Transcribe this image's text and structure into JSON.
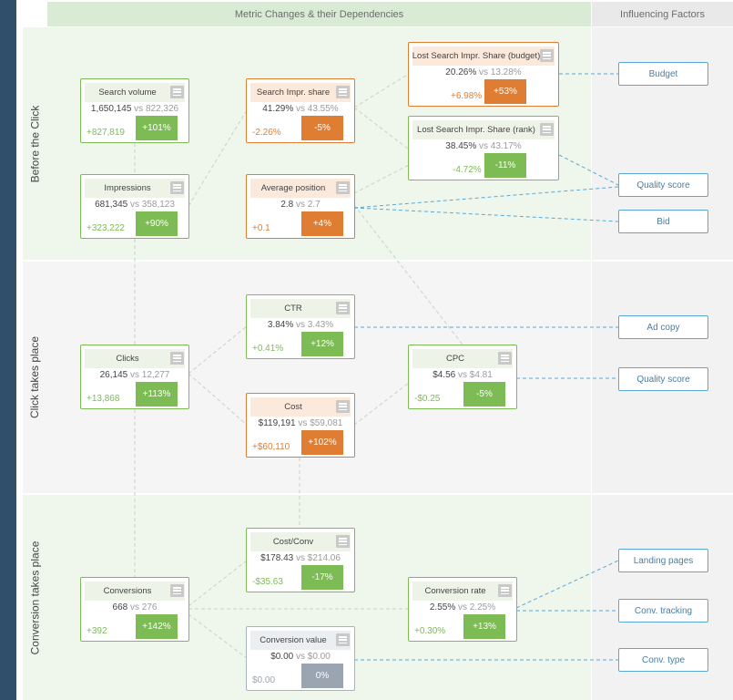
{
  "headers": {
    "main": "Metric Changes & their Dependencies",
    "side": "Influencing Factors"
  },
  "bands": [
    {
      "label": "Before the Click"
    },
    {
      "label": "Click takes place"
    },
    {
      "label": "Conversion takes place"
    }
  ],
  "vs_text": "vs",
  "colors": {
    "positive": "#7dbb55",
    "negative": "#df7e33",
    "neutral": "#9aa5b1",
    "connector": "#5ba8d6",
    "band_green": "#eff6eb",
    "band_gray": "#f5f5f5",
    "left_strip": "#2f4f6b"
  },
  "metrics": {
    "search_volume": {
      "title": "Search volume",
      "current": "1,650,145",
      "previous": "822,326",
      "delta": "+827,819",
      "pct": "+101%"
    },
    "impressions": {
      "title": "Impressions",
      "current": "681,345",
      "previous": "358,123",
      "delta": "+323,222",
      "pct": "+90%"
    },
    "search_impr_share": {
      "title": "Search Impr. share",
      "current": "41.29%",
      "previous": "43.55%",
      "delta": "-2.26%",
      "pct": "-5%"
    },
    "average_position": {
      "title": "Average position",
      "current": "2.8",
      "previous": "2.7",
      "delta": "+0.1",
      "pct": "+4%"
    },
    "lost_budget": {
      "title": "Lost Search Impr. Share (budget)",
      "current": "20.26%",
      "previous": "13.28%",
      "delta": "+6.98%",
      "pct": "+53%"
    },
    "lost_rank": {
      "title": "Lost Search Impr. Share (rank)",
      "current": "38.45%",
      "previous": "43.17%",
      "delta": "-4.72%",
      "pct": "-11%"
    },
    "clicks": {
      "title": "Clicks",
      "current": "26,145",
      "previous": "12,277",
      "delta": "+13,868",
      "pct": "+113%"
    },
    "ctr": {
      "title": "CTR",
      "current": "3.84%",
      "previous": "3.43%",
      "delta": "+0.41%",
      "pct": "+12%"
    },
    "cost": {
      "title": "Cost",
      "current": "$119,191",
      "previous": "$59,081",
      "delta": "+$60,110",
      "pct": "+102%"
    },
    "cpc": {
      "title": "CPC",
      "current": "$4.56",
      "previous": "$4.81",
      "delta": "-$0.25",
      "pct": "-5%"
    },
    "conversions": {
      "title": "Conversions",
      "current": "668",
      "previous": "276",
      "delta": "+392",
      "pct": "+142%"
    },
    "cost_conv": {
      "title": "Cost/Conv",
      "current": "$178.43",
      "previous": "$214.06",
      "delta": "-$35.63",
      "pct": "-17%"
    },
    "conversion_value": {
      "title": "Conversion value",
      "current": "$0.00",
      "previous": "$0.00",
      "delta": "$0.00",
      "pct": "0%"
    },
    "conversion_rate": {
      "title": "Conversion rate",
      "current": "2.55%",
      "previous": "2.25%",
      "delta": "+0.30%",
      "pct": "+13%"
    }
  },
  "factors": {
    "budget": "Budget",
    "quality_score_1": "Quality score",
    "bid": "Bid",
    "ad_copy": "Ad copy",
    "quality_score_2": "Quality score",
    "landing_pages": "Landing pages",
    "conv_tracking": "Conv. tracking",
    "conv_type": "Conv. type"
  },
  "icons": {
    "card_menu": "menu-icon"
  }
}
